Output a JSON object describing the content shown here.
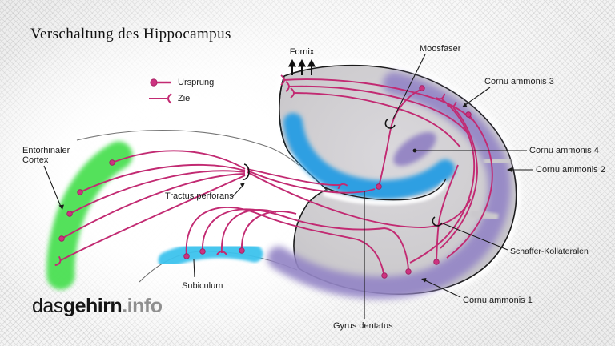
{
  "title": "Verschaltung des Hippocampus",
  "legend": {
    "ursprung": "Ursprung",
    "ziel": "Ziel"
  },
  "labels": {
    "fornix": "Fornix",
    "moosfaser": "Moosfaser",
    "cornu_ammonis_3": "Cornu ammonis 3",
    "cornu_ammonis_4": "Cornu ammonis 4",
    "cornu_ammonis_2": "Cornu ammonis 2",
    "cornu_ammonis_1": "Cornu ammonis 1",
    "entorhinaler_cortex": "Entorhinaler Cortex",
    "tractus_perforans": "Tractus perforans",
    "schaffer_kollateralen": "Schaffer-Kollateralen",
    "subiculum": "Subiculum",
    "gyrus_dentatus": "Gyrus dentatus"
  },
  "logo": {
    "part1": "das",
    "part2": "gehirn",
    "part3": ".info"
  },
  "colors": {
    "fiber_pink": "#c22a72",
    "entorhinal_green": "#4be052",
    "dentate_blue": "#2f9fe2",
    "cornu_purple": "#9486c6",
    "subiculum_cyan": "#3cc3ee",
    "body_gray": "#cfcdd1",
    "outline_black": "#1b1b1b"
  }
}
